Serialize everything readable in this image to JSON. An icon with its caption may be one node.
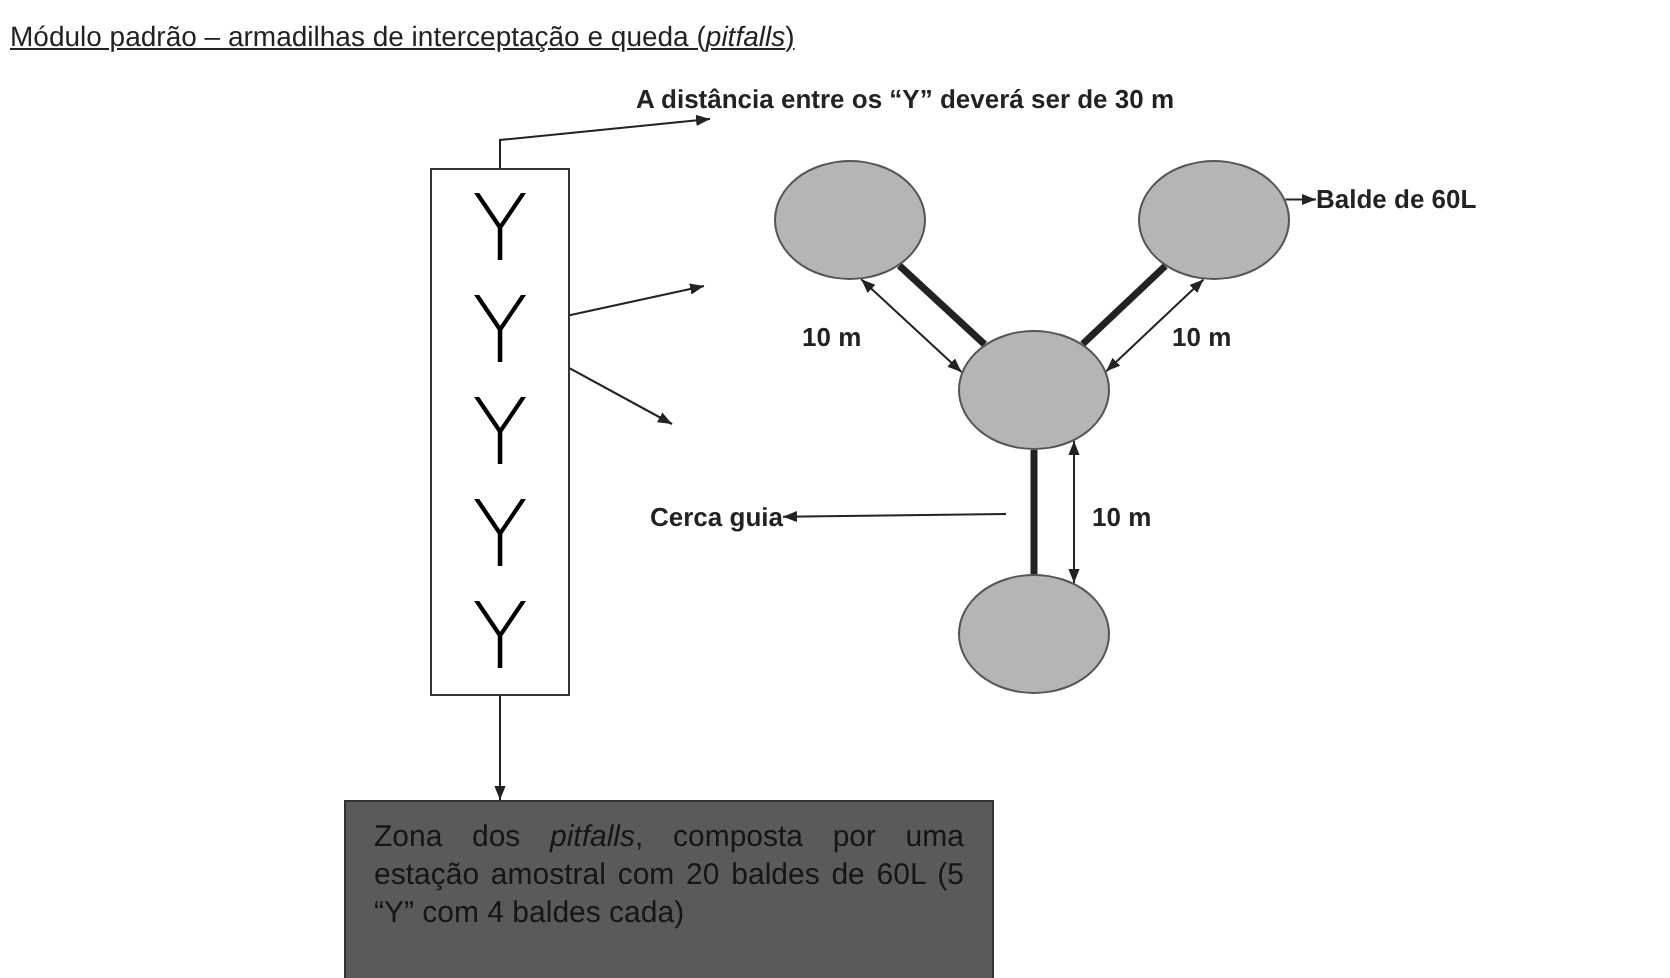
{
  "diagram": {
    "title": "Módulo padrão – armadilhas de interceptação e queda (*pitfalls*)",
    "nodes": [
      {
        "text": [],
        "shape": "box"
      },
      {
        "text": [
          "Y"
        ],
        "in": 0
      },
      {
        "text": [
          "Y"
        ],
        "in": 0
      },
      {
        "text": [
          "Y"
        ],
        "in": 0
      },
      {
        "text": [
          "Y"
        ],
        "in": 0
      },
      {
        "text": [
          "Y"
        ],
        "in": 0
      },
      {
        "text": [
          "A distância entre os “Y” deverá ser de 30 m"
        ]
      },
      {
        "text": [],
        "shape": "circle"
      },
      {
        "text": [],
        "shape": "circle"
      },
      {
        "text": [],
        "shape": "circle"
      },
      {
        "text": [],
        "shape": "circle"
      },
      {
        "text": [
          "Balde de 60L"
        ]
      },
      {
        "text": [
          "Cerca guia"
        ]
      },
      {
        "text": [
          "Zona dos *pitfalls*, composta por uma estação amostral com 20 baldes de 60L (5 “Y” com 4 baldes cada)"
        ]
      }
    ],
    "edges": [
      {
        "from": 0,
        "to": 6,
        "arrow": "to"
      },
      {
        "from": 2,
        "to": null,
        "arrow": "to"
      },
      {
        "from": 2,
        "to": null,
        "arrow": "to"
      },
      {
        "from": 0,
        "to": 13,
        "arrow": "to"
      },
      {
        "from": 7,
        "to": 9,
        "arrow": "none",
        "style": "thick"
      },
      {
        "from": 8,
        "to": 9,
        "arrow": "none",
        "style": "thick"
      },
      {
        "from": 9,
        "to": 10,
        "arrow": "none",
        "style": "thick"
      },
      {
        "from": 8,
        "to": 11,
        "arrow": "to"
      },
      {
        "from": null,
        "to": 12,
        "arrow": "to"
      },
      {
        "from": 7,
        "to": 9,
        "arrow": "both",
        "label": "10 m"
      },
      {
        "from": 8,
        "to": 9,
        "arrow": "both",
        "label": "10 m"
      },
      {
        "from": 9,
        "to": 10,
        "arrow": "both",
        "label": "10 m"
      }
    ]
  }
}
